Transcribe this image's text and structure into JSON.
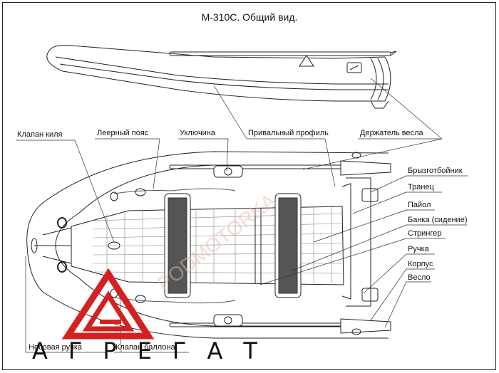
{
  "title": "М-310С. Общий вид.",
  "labels": {
    "klapan_kilya": "Клапан киля",
    "leernyi_poyas": "Леерный пояс",
    "uklochina": "Уключина",
    "privalnyi_profil": "Привальный профиль",
    "derzhatel_vesla": "Держатель весла",
    "bryzgootboinik": "Брызготбойник",
    "tranets": "Транец",
    "paiol": "Пайол",
    "banka": "Банка (сидение)",
    "stringer": "Стрингер",
    "ruchka": "Ручка",
    "korpus": "Корпус",
    "veslo": "Весло",
    "nosovaya_ruchka": "Носовая ручка",
    "klapan_ballona": "Клапан баллона"
  },
  "logo": {
    "text": "АГРЕГАТ",
    "color": "#d42020"
  },
  "watermark": "PODMOTORKA"
}
